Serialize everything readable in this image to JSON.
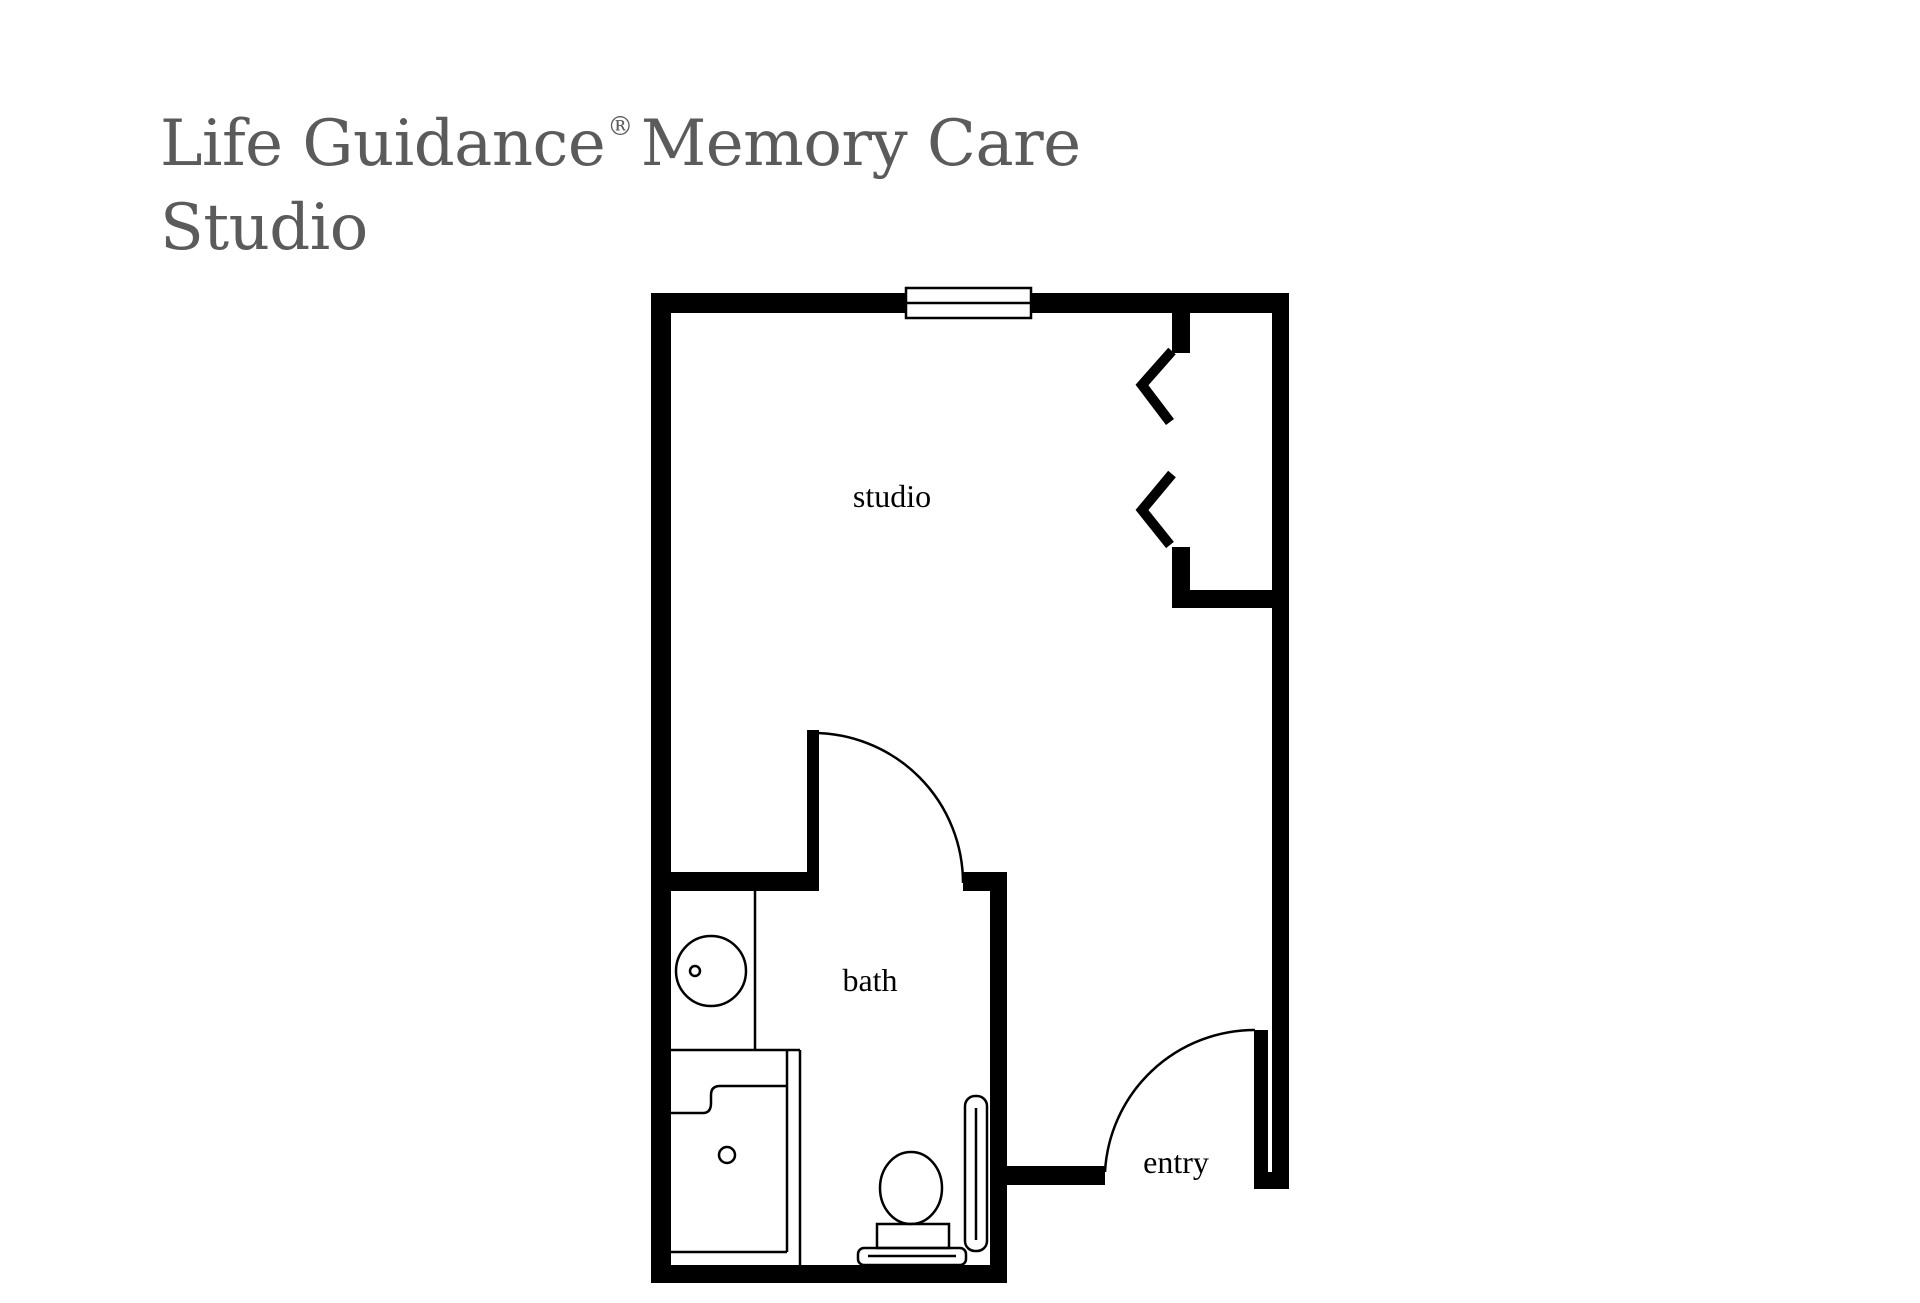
{
  "title": {
    "line1_part1": "Life Guidance",
    "registered_mark": "®",
    "line1_part2": "Memory Care",
    "line2": "Studio"
  },
  "rooms": {
    "studio": "studio",
    "bath": "bath",
    "entry": "entry"
  },
  "colors": {
    "wall": "#000000",
    "title_text": "#5b5b5b",
    "background": "#ffffff"
  }
}
